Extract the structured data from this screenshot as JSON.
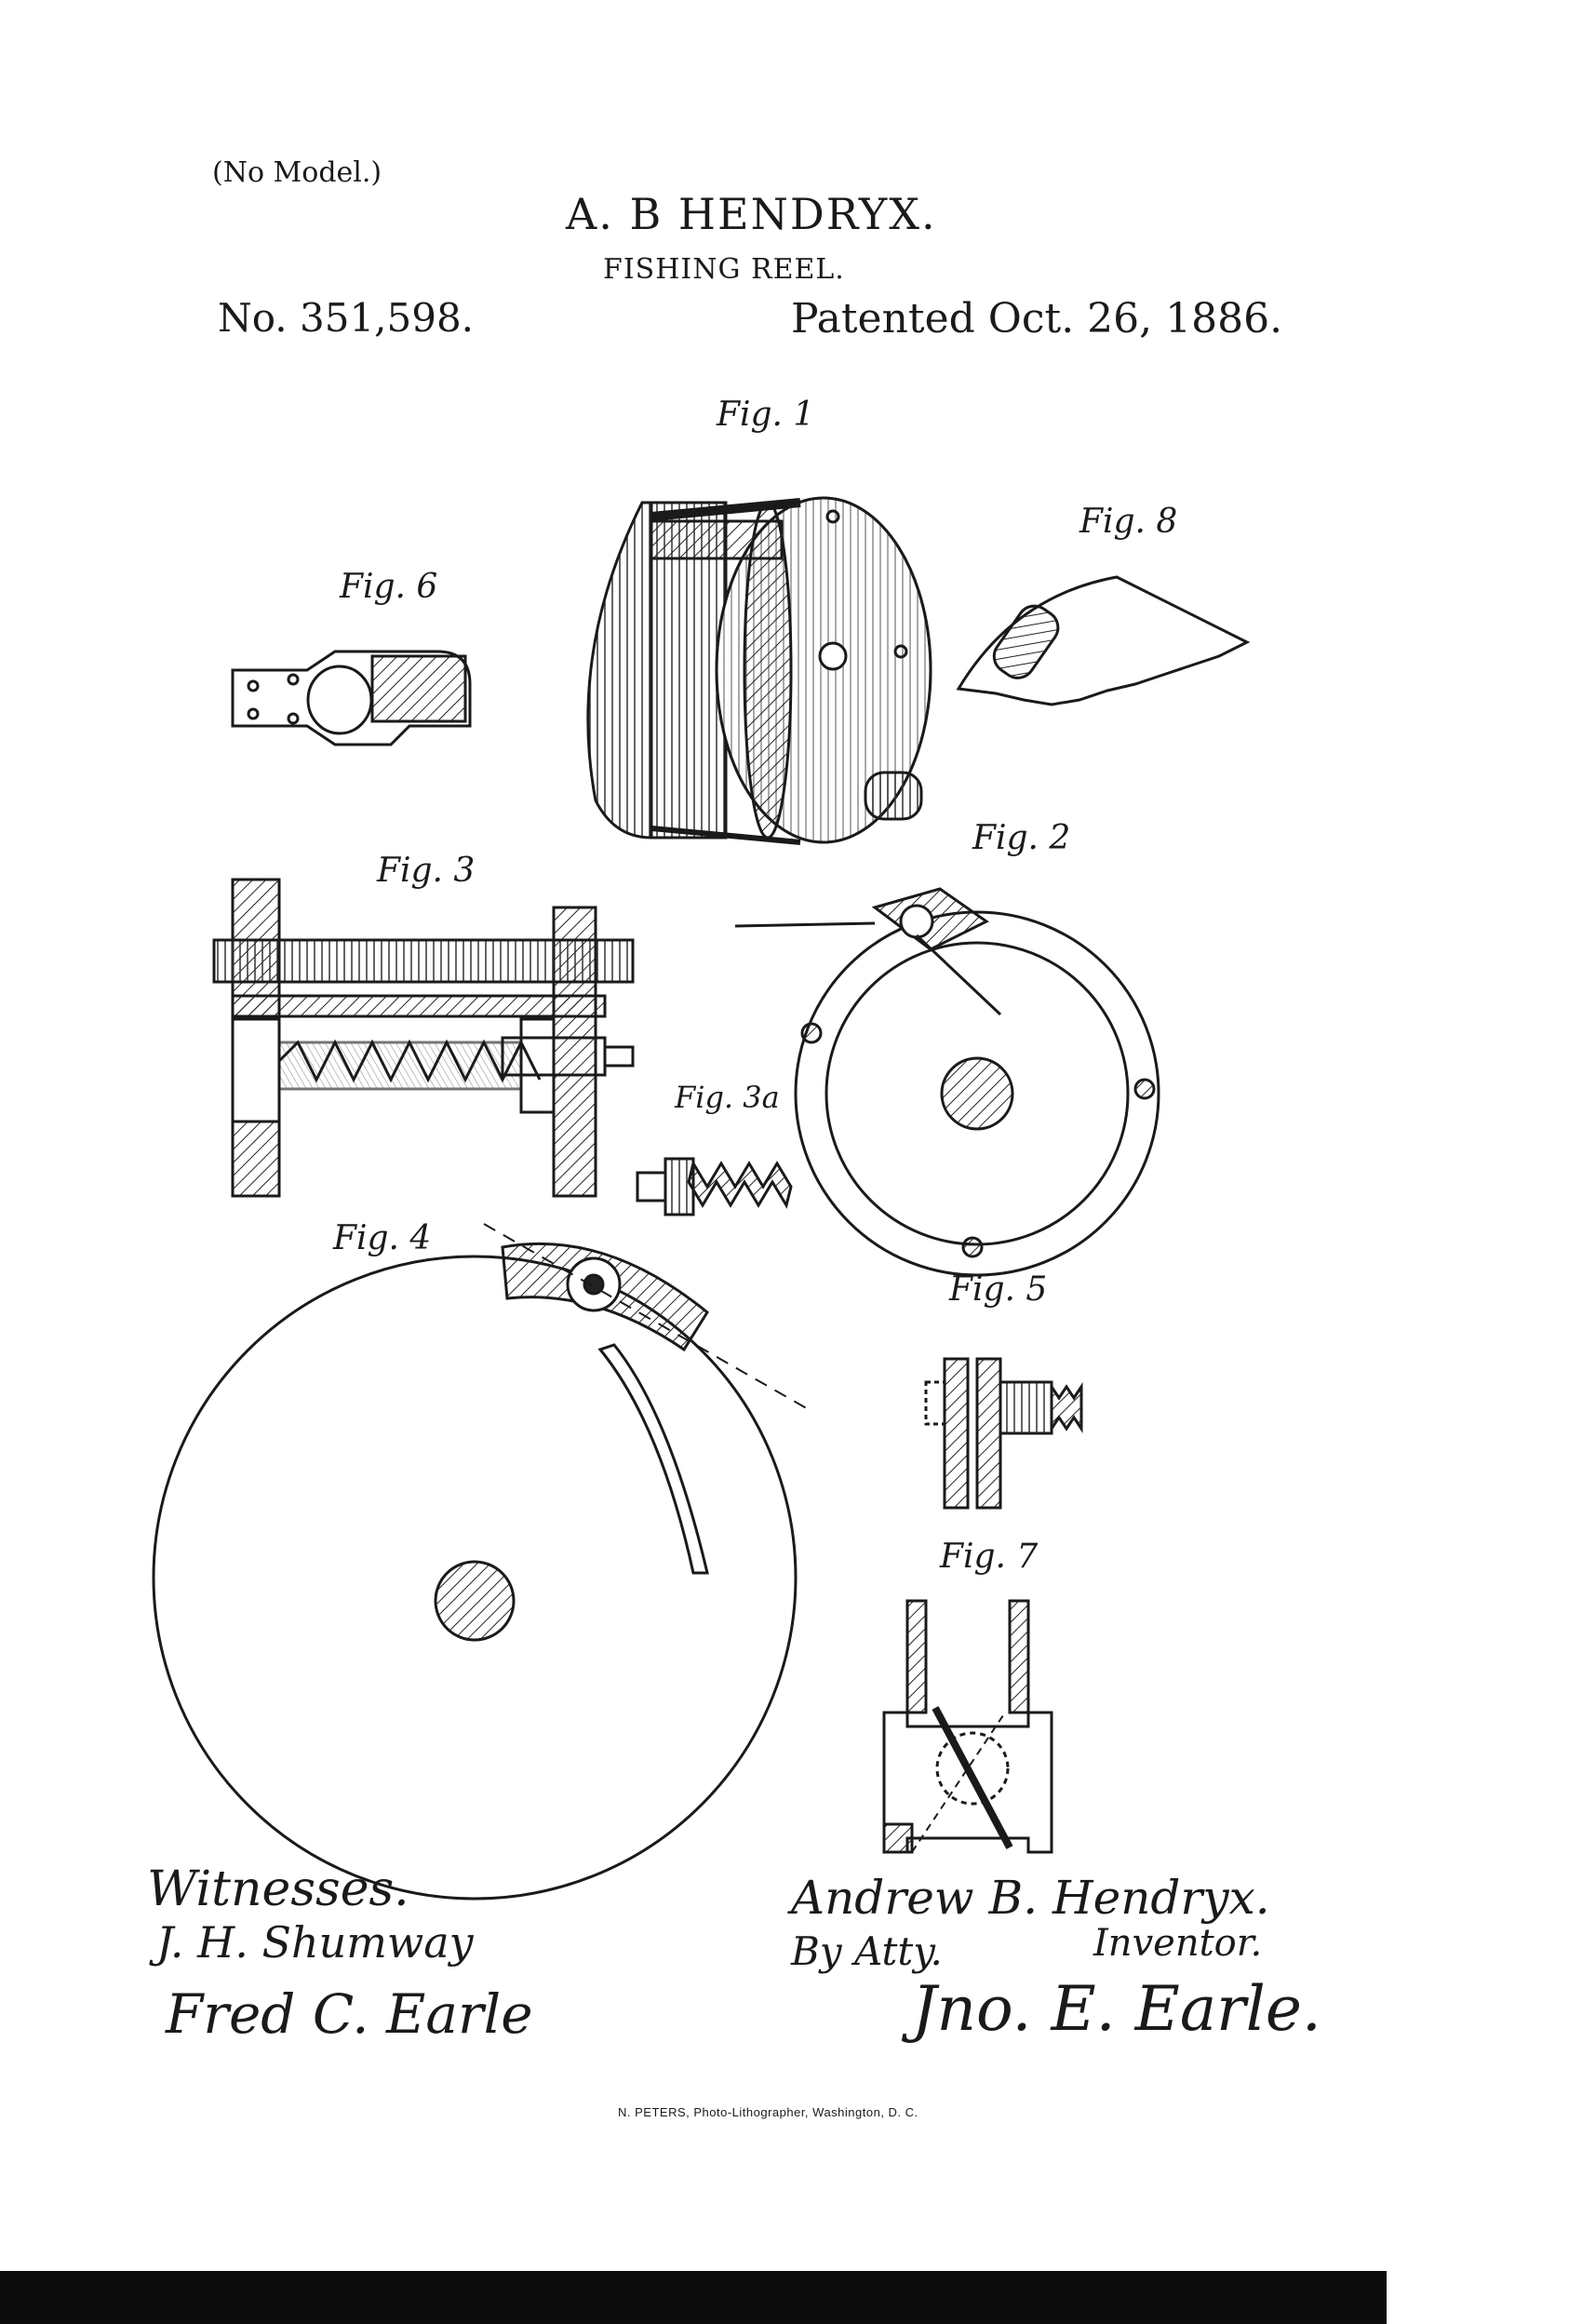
{
  "header": {
    "no_model": "(No Model.)",
    "inventor": "A. B HENDRYX.",
    "title": "FISHING REEL.",
    "patent_number": "No. 351,598.",
    "patent_date": "Patented Oct. 26, 1886."
  },
  "figures": {
    "fig1": "Fig. 1",
    "fig2": "Fig. 2",
    "fig3": "Fig. 3",
    "fig3a": "Fig. 3a",
    "fig4": "Fig. 4",
    "fig5": "Fig. 5",
    "fig6": "Fig. 6",
    "fig7": "Fig. 7",
    "fig8": "Fig. 8"
  },
  "signatures": {
    "witnesses_label": "Witnesses.",
    "witness_1": "J. H. Shumway",
    "witness_2": "Fred C. Earle",
    "inventor_signature": "Andrew B. Hendryx.",
    "by_attorney": "By Atty.",
    "inventor_label": "Inventor.",
    "attorney_signature": "Jno. E. Earle."
  },
  "footer": {
    "printer": "N. PETERS, Photo-Lithographer, Washington, D. C."
  }
}
